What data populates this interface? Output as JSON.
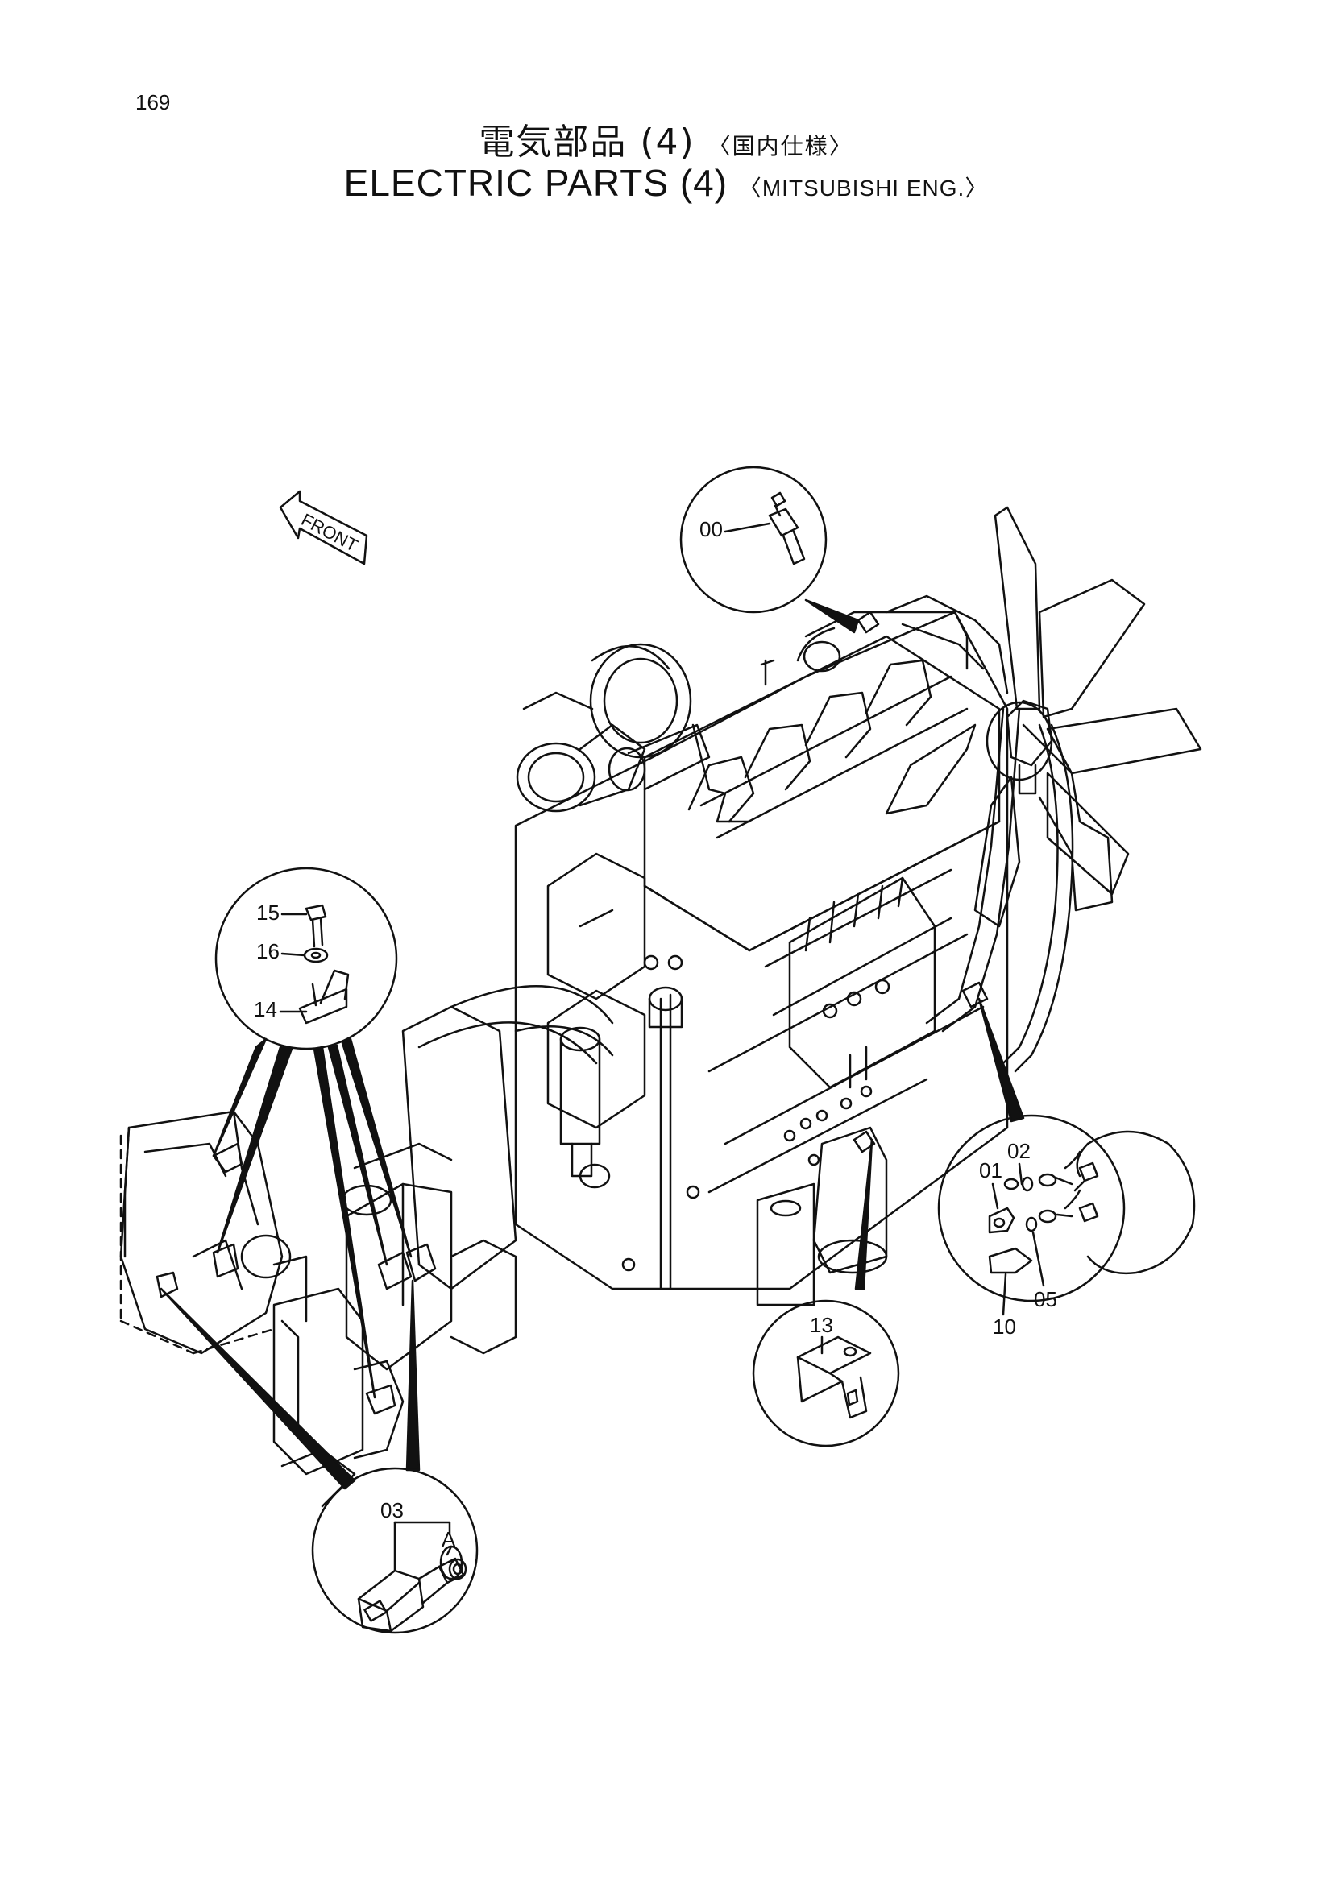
{
  "page_number": "169",
  "title_jp": "電気部品 (4)",
  "title_jp_spec": "〈国内仕様〉",
  "title_en": "ELECTRIC PARTS (4)",
  "title_en_spec": "〈MITSUBISHI ENG.〉",
  "front_label": "FRONT",
  "callouts": {
    "c00": "00",
    "c01": "01",
    "c02": "02",
    "c03": "03",
    "c05": "05",
    "c10": "10",
    "c13": "13",
    "c14": "14",
    "c15": "15",
    "c16": "16",
    "detail_a": "A"
  }
}
